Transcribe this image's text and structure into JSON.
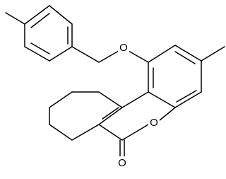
{
  "diagram": {
    "type": "chemical-structure",
    "atom_labels": {
      "ether_oxygen": "O",
      "ring_oxygen": "O",
      "carbonyl_oxygen": "O"
    },
    "colors": {
      "line": "#000000",
      "background": "#ffffff"
    }
  }
}
